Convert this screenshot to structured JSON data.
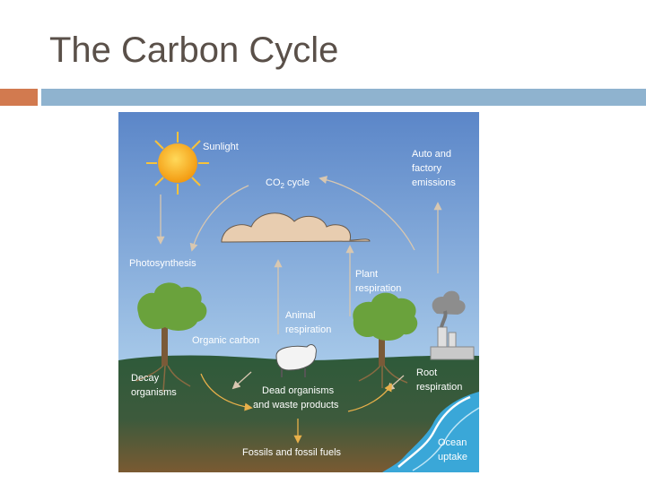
{
  "slide": {
    "title": "The Carbon Cycle"
  },
  "diagram": {
    "labels": {
      "sunlight": "Sunlight",
      "co2_cycle": "CO",
      "co2_sub": "2",
      "co2_suffix": " cycle",
      "auto_1": "Auto and",
      "auto_2": "factory",
      "auto_3": "emissions",
      "photosynthesis": "Photosynthesis",
      "plant_resp_1": "Plant",
      "plant_resp_2": "respiration",
      "animal_resp_1": "Animal",
      "animal_resp_2": "respiration",
      "organic_carbon": "Organic  carbon",
      "decay_1": "Decay",
      "decay_2": "organisms",
      "dead_1": "Dead organisms",
      "dead_2": "and waste products",
      "root_1": "Root",
      "root_2": "respiration",
      "fossils": "Fossils  and  fossil  fuels",
      "ocean_1": "Ocean",
      "ocean_2": "uptake"
    },
    "colors": {
      "sky_top": "#5b86c8",
      "sky_bottom": "#9fc3e8",
      "ground_top": "#2f5a3a",
      "ground_bottom": "#6b5a3a",
      "sun": "#f7b21f",
      "ocean": "#3aa7d8",
      "cloud": "#e8cdb0"
    }
  }
}
